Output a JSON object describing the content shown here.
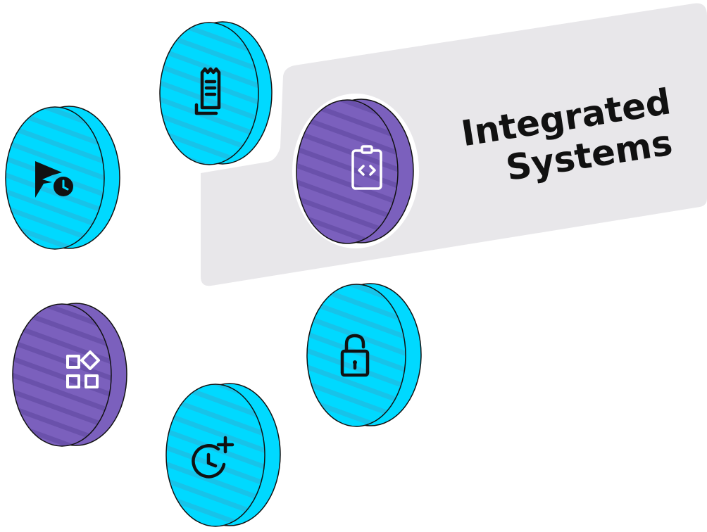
{
  "panel": {
    "title_line1": "Integrated",
    "title_line2": "Systems"
  },
  "colors": {
    "cyan": "#00d9ff",
    "cyan_stripe": "#17c3e9",
    "purple": "#7b60bd",
    "purple_stripe": "#6a51ab",
    "panel": "#e8e7ea",
    "outline": "#111111"
  },
  "discs": [
    {
      "name": "receipt-disc",
      "icon": "receipt-icon",
      "color": "cyan"
    },
    {
      "name": "scheduled-send-disc",
      "icon": "send-clock-icon",
      "color": "cyan"
    },
    {
      "name": "code-clipboard-disc",
      "icon": "code-clipboard-icon",
      "color": "purple"
    },
    {
      "name": "widgets-disc",
      "icon": "widgets-icon",
      "color": "purple"
    },
    {
      "name": "unlock-disc",
      "icon": "unlock-icon",
      "color": "cyan"
    },
    {
      "name": "add-alarm-disc",
      "icon": "add-alarm-icon",
      "color": "cyan"
    }
  ]
}
